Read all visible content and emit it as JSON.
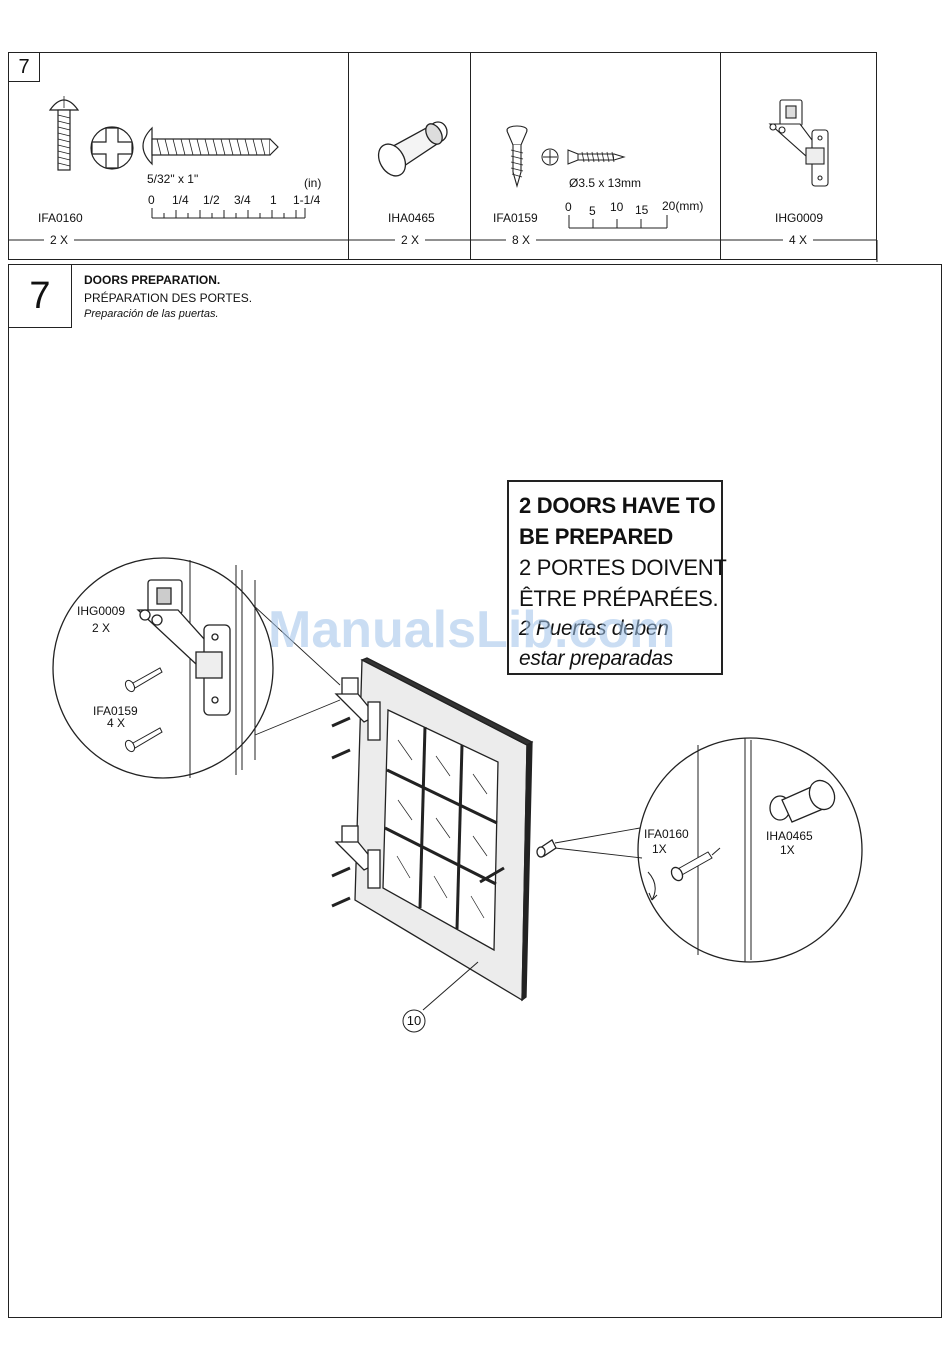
{
  "parts_panel": {
    "step_number": "7",
    "parts": [
      {
        "code": "IFA0160",
        "size": "5/32\" x 1\"",
        "unit": "(in)",
        "scale": [
          "0",
          "1/4",
          "1/2",
          "3/4",
          "1",
          "1-1/4"
        ],
        "quantity": "2 X"
      },
      {
        "code": "IHA0465",
        "quantity": "2 X"
      },
      {
        "code": "IFA0159",
        "size": "Ø3.5 x 13mm",
        "scale": [
          "0",
          "5",
          "10",
          "15",
          "20(mm)"
        ],
        "quantity": "8 X"
      },
      {
        "code": "IHG0009",
        "quantity": "4 X"
      }
    ]
  },
  "step": {
    "number": "7",
    "title_en": "DOORS PREPARATION.",
    "title_fr": "PRÉPARATION DES PORTES.",
    "title_es": "Preparación de las puertas."
  },
  "note": {
    "en_line1": "2 DOORS HAVE TO",
    "en_line2": "BE PREPARED",
    "fr_line1": "2 PORTES DOIVENT",
    "fr_line2": "ÊTRE PRÉPARÉES.",
    "es_line1": "2 Puertas deben",
    "es_line2": "estar preparadas"
  },
  "callout_left": {
    "hinge_code": "IHG0009",
    "hinge_qty": "2 X",
    "screw_code": "IFA0159",
    "screw_qty": "4 X"
  },
  "callout_right": {
    "screw_code": "IFA0160",
    "screw_qty": "1X",
    "knob_code": "IHA0465",
    "knob_qty": "1X"
  },
  "part_number": "10",
  "watermark": "ManualsLib.com"
}
